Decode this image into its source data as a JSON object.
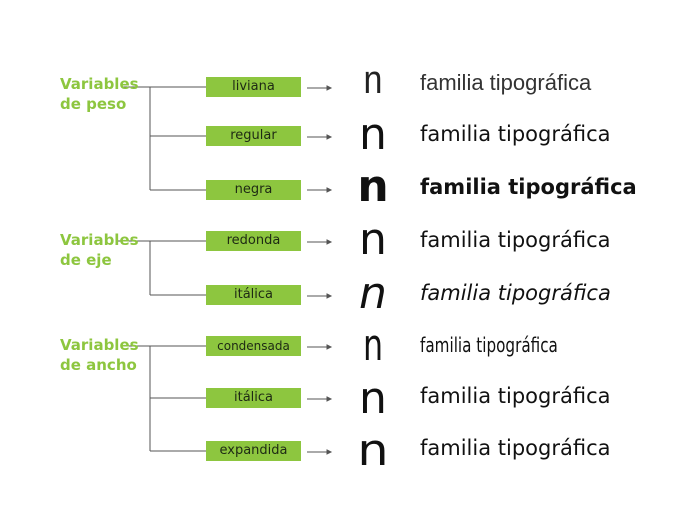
{
  "groups": [
    {
      "label_line1": "Variables",
      "label_line2": "de peso"
    },
    {
      "label_line1": "Variables",
      "label_line2": "de eje"
    },
    {
      "label_line1": "Variables",
      "label_line2": "de ancho"
    }
  ],
  "rows": [
    {
      "tag": "liviana",
      "glyph": "n",
      "sample": "familia tipográfica"
    },
    {
      "tag": "regular",
      "glyph": "n",
      "sample": "familia tipográfica"
    },
    {
      "tag": "negra",
      "glyph": "n",
      "sample": "familia tipográfica"
    },
    {
      "tag": "redonda",
      "glyph": "n",
      "sample": "familia tipográfica"
    },
    {
      "tag": "itálica",
      "glyph": "n",
      "sample": "familia tipográfica"
    },
    {
      "tag": "condensada",
      "glyph": "n",
      "sample": "familia tipográfica"
    },
    {
      "tag": "itálica",
      "glyph": "n",
      "sample": "familia tipográfica"
    },
    {
      "tag": "expandida",
      "glyph": "n",
      "sample": "familia tipográfica"
    }
  ],
  "colors": {
    "accent": "#8dc63f",
    "text": "#111111",
    "connector": "#555555"
  }
}
